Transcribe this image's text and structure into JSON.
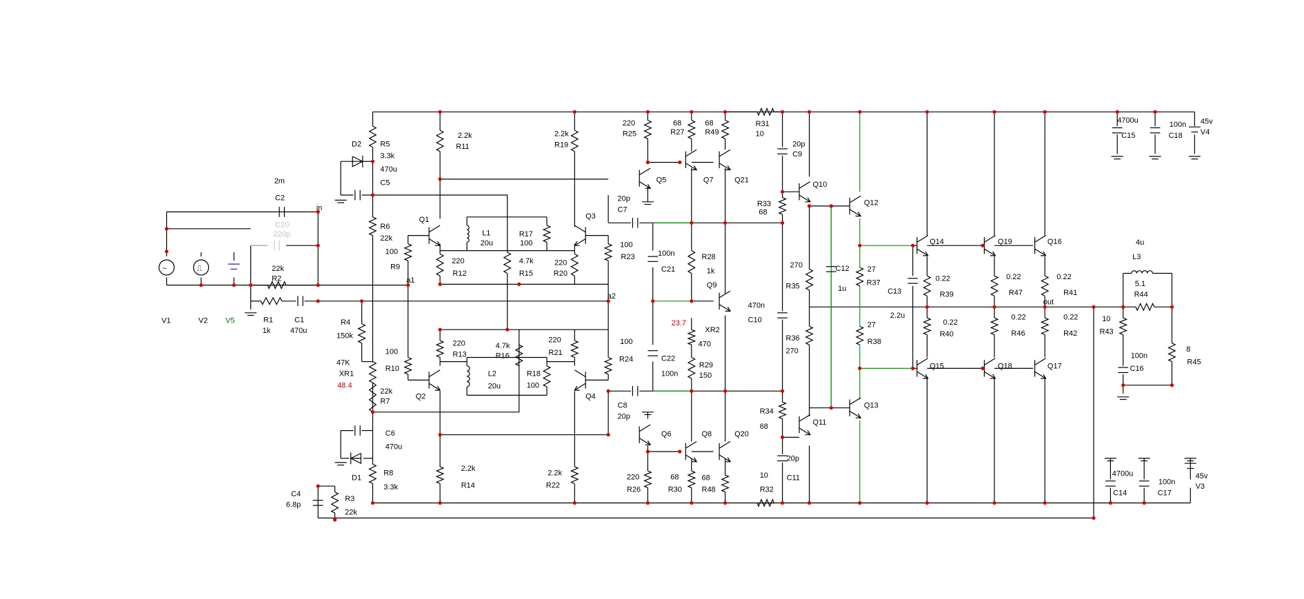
{
  "labels": {
    "V1": "V1",
    "V2": "V2",
    "V5": "V5",
    "R1": "R1",
    "R1v": "1k",
    "C1": "C1",
    "C1v": "470u",
    "R2v": "22k",
    "R2": "R2",
    "C2v": "2m",
    "C2": "C2",
    "C20": "C20",
    "C20v": "220p",
    "in": "in",
    "D2": "D2",
    "R5": "R5",
    "R5v": "3.3k",
    "C5v": "470u",
    "C5": "C5",
    "R6": "R6",
    "R6v": "22k",
    "R4": "R4",
    "R4v": "150k",
    "XR1v": "47K",
    "XR1": "XR1",
    "XR1r": "48.4",
    "R7v": "22k",
    "R7": "R7",
    "C6": "C6",
    "C6v": "470u",
    "D1": "D1",
    "R8": "R8",
    "R8v": "3.3k",
    "C4": "C4",
    "C4v": "6.8p",
    "R3": "R3",
    "R3v": "22k",
    "Q1": "Q1",
    "Q2": "Q2",
    "Q3": "Q3",
    "Q4": "Q4",
    "R9v": "100",
    "R9": "R9",
    "R10v": "100",
    "R10": "R10",
    "a1": "a1",
    "a2": "a2",
    "R11v": "2.2k",
    "R11": "R11",
    "R12v": "220",
    "R12": "R12",
    "L1": "L1",
    "L1v": "20u",
    "R17": "R17",
    "R17v": "100",
    "R15v": "4.7k",
    "R15": "R15",
    "R20v": "220",
    "R20": "R20",
    "R19v": "2.2k",
    "R19": "R19",
    "R23v": "100",
    "R23": "R23",
    "R13v": "220",
    "R13": "R13",
    "R16v": "4.7k",
    "R16": "R16",
    "R21v": "220",
    "R21": "R21",
    "L2": "L2",
    "L2v": "20u",
    "R18": "R18",
    "R18v": "100",
    "R24v": "100",
    "R24": "R24",
    "R14v": "2.2k",
    "R14": "R14",
    "R22v": "2.2k",
    "R22": "R22",
    "R25v": "220",
    "R25": "R25",
    "R27v": "68",
    "R27": "R27",
    "R49v": "68",
    "R49": "R49",
    "Q5": "Q5",
    "Q7": "Q7",
    "Q21": "Q21",
    "C7v": "20p",
    "C7": "C7",
    "C21v": "100n",
    "C21": "C21",
    "R28": "R28",
    "R28v": "1k",
    "Q9": "Q9",
    "XR2r": "23.7",
    "XR2": "XR2",
    "XR2v": "470",
    "C22": "C22",
    "C22v": "100n",
    "R29": "R29",
    "R29v": "150",
    "C8": "C8",
    "C8v": "20p",
    "Q6": "Q6",
    "Q8": "Q8",
    "Q20": "Q20",
    "R26v": "220",
    "R26": "R26",
    "R30v": "68",
    "R30": "R30",
    "R48v": "68",
    "R48": "R48",
    "R31": "R31",
    "R31v": "10",
    "C9v": "20p",
    "C9": "C9",
    "R33": "R33",
    "R33v": "68",
    "C10v": "470n",
    "C10": "C10",
    "R34": "R34",
    "R34v": "68",
    "R32v": "10",
    "R32": "R32",
    "C11v": "20p",
    "C11": "C11",
    "Q10": "Q10",
    "Q11": "Q11",
    "Q12": "Q12",
    "Q13": "Q13",
    "R35v": "270",
    "R35": "R35",
    "R36": "R36",
    "R36v": "270",
    "C12": "C12",
    "C12v": "1u",
    "R37v": "27",
    "R37": "R37",
    "R38v": "27",
    "R38": "R38",
    "C13": "C13",
    "C13v": "2.2u",
    "Q14": "Q14",
    "Q15": "Q15",
    "Q16": "Q16",
    "Q17": "Q17",
    "Q18": "Q18",
    "Q19": "Q19",
    "R39v": "0.22",
    "R39": "R39",
    "R40v": "0.22",
    "R40": "R40",
    "R47v": "0.22",
    "R47": "R47",
    "R46v": "0.22",
    "R46": "R46",
    "R41v": "0.22",
    "R41": "R41",
    "R42v": "0.22",
    "R42": "R42",
    "out": "out",
    "L3v": "4u",
    "L3": "L3",
    "R44v": "5.1",
    "R44": "R44",
    "R43v": "10",
    "R43": "R43",
    "C16v": "100n",
    "C16": "C16",
    "R45v": "8",
    "R45": "R45",
    "C15v": "4700u",
    "C15": "C15",
    "C18v": "100n",
    "C18": "C18",
    "V4v": "45v",
    "V4": "V4",
    "C14v": "4700u",
    "C14": "C14",
    "C17v": "100n",
    "C17": "C17",
    "V3v": "45v",
    "V3": "V3"
  },
  "colors": {
    "wire": "#000000",
    "node_dot": "#e00000",
    "green_wire": "#00a000",
    "disabled": "#c0c0c0",
    "source_blue": "#2020d0"
  }
}
